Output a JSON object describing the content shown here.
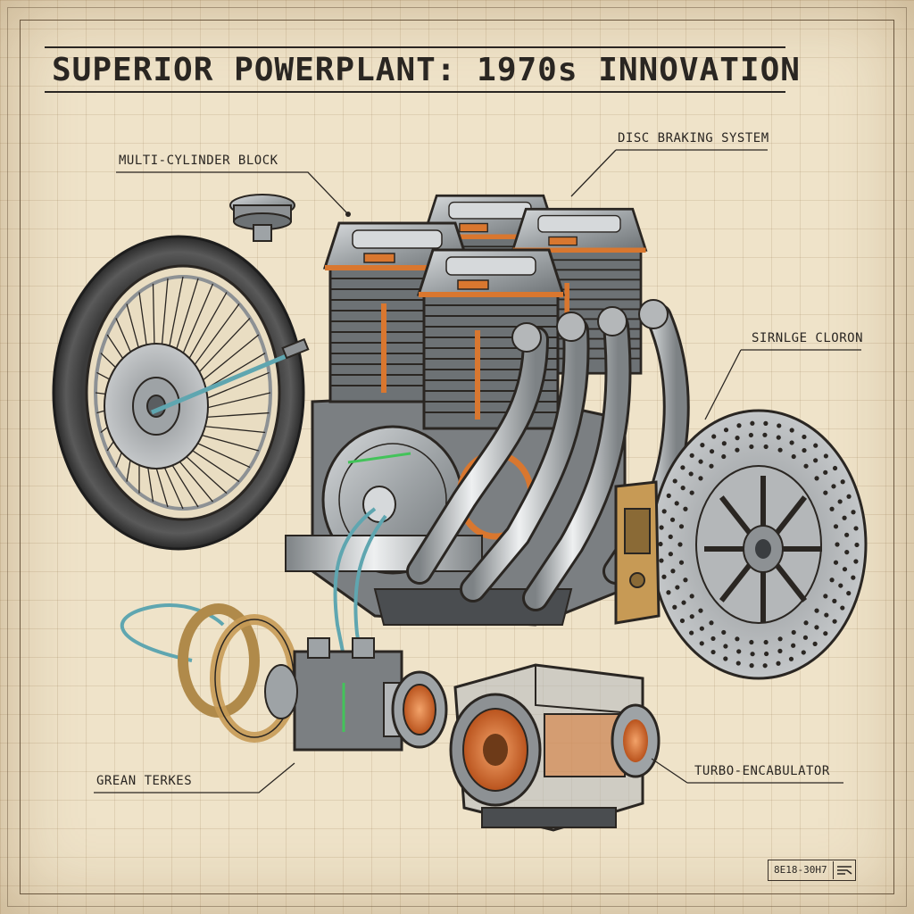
{
  "title": "SUPERIOR POWERPLANT: 1970s INNOVATION",
  "labels": {
    "cylinder_block": "MULTI-CYLINDER BLOCK",
    "disc_braking": "DISC BRAKING SYSTEM",
    "right_part": "SIRNLGE CLORON",
    "carburetor": "GREAN TERKES",
    "turbo": "TURBO-ENCABULATOR"
  },
  "stamp": {
    "code": "8E18-30H7"
  },
  "colors": {
    "paper": "#efe3c9",
    "ink": "#2a2622",
    "copper": "#d9772f",
    "steel": "#a9adb0",
    "hose": "#5fa6b0",
    "bronze": "#b08a4a"
  }
}
